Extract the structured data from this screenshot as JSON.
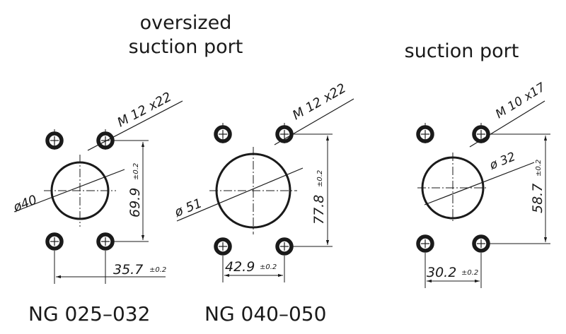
{
  "headings": {
    "oversized_line1": "oversized",
    "oversized_line2": "suction port",
    "standard": "suction port"
  },
  "bottom_labels": {
    "left": "NG 025–032",
    "middle": "NG 040–050"
  },
  "diagrams": {
    "left": {
      "thread": "M 12 x22",
      "bore": "ø40",
      "vertical": "69.9",
      "vertical_tol": "±0.2",
      "horizontal": "35.7",
      "horizontal_tol": "±0.2"
    },
    "middle": {
      "thread": "M 12 x22",
      "bore": "ø 51",
      "vertical": "77.8",
      "vertical_tol": "±0.2",
      "horizontal": "42.9",
      "horizontal_tol": "±0.2"
    },
    "right": {
      "thread": "M 10 x17",
      "bore": "ø 32",
      "vertical": "58.7",
      "vertical_tol": "±0.2",
      "horizontal": "30.2",
      "horizontal_tol": "±0.2"
    }
  }
}
